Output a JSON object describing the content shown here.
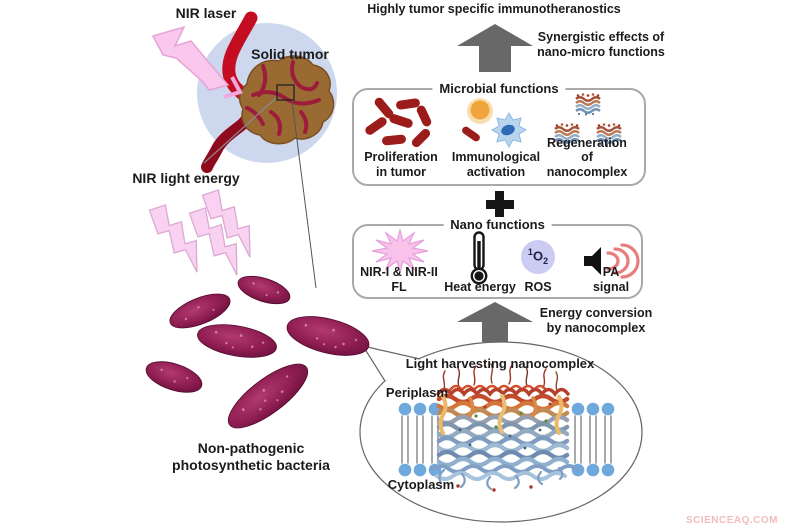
{
  "header": {
    "title": "Highly tumor specific immunotheranostics",
    "synergy_note": "Synergistic effects of\nnano-micro functions"
  },
  "tumor_scene": {
    "nir_laser_label": "NIR laser",
    "solid_tumor_label": "Solid tumor",
    "nir_light_label": "NIR light energy",
    "bacteria_caption": "Non-pathogenic\nphotosynthetic bacteria",
    "icons": {
      "laser": "nir-laser-bolt-icon",
      "light": "nir-light-bolt-icon",
      "tumor": "solid-tumor-icon",
      "vessel": "blood-vessel-icon",
      "bacteria": "photosynthetic-bacteria-icon"
    }
  },
  "microbial_box": {
    "title": "Microbial functions",
    "items": [
      {
        "label": "Proliferation\nin tumor",
        "icon": "bacteria-cluster-icon"
      },
      {
        "label": "Immunological\nactivation",
        "icon": "immune-activation-icon"
      },
      {
        "label": "Regeneration of\nnanocomplex",
        "icon": "nanocomplex-regeneration-icon"
      }
    ]
  },
  "plus_sign": "+",
  "nano_box": {
    "title": "Nano functions",
    "items": [
      {
        "label": "NIR-I & NIR-II\nFL",
        "icon": "fluorescence-starburst-icon"
      },
      {
        "label": "Heat energy",
        "icon": "thermometer-icon"
      },
      {
        "label": "ROS",
        "icon": "singlet-oxygen-icon"
      },
      {
        "label": "PA signal",
        "icon": "pa-signal-speaker-icon"
      }
    ],
    "ros_symbol": {
      "sup": "1",
      "base": "O",
      "sub": "2"
    }
  },
  "energy_note": "Energy conversion\nby nanocomplex",
  "callout": {
    "title": "Light harvesting nanocomplex",
    "periplasm_label": "Periplasm",
    "cytoplasm_label": "Cytoplasm",
    "icons": {
      "membrane": "lipid-bilayer-icon",
      "protein": "light-harvesting-complex-icon",
      "bubble": "callout-bubble"
    }
  },
  "watermark": "SCIENCEAQ.COM",
  "colors": {
    "arrow_gray": "#686868",
    "bacteria_magenta": "#8e1d52",
    "vessel_red": "#c50d22",
    "tumor_brown": "#9a6a33",
    "tumor_halo_blue": "#cdd8ee",
    "laser_pink": "#f9c8ec",
    "ros_lavender": "#cbcbf4",
    "pa_wave_red": "#e87d7d",
    "lipid_head_blue": "#6fa8dc",
    "watermark_pink": "#f3bcbc",
    "box_border_gray": "#a9a9a9"
  }
}
